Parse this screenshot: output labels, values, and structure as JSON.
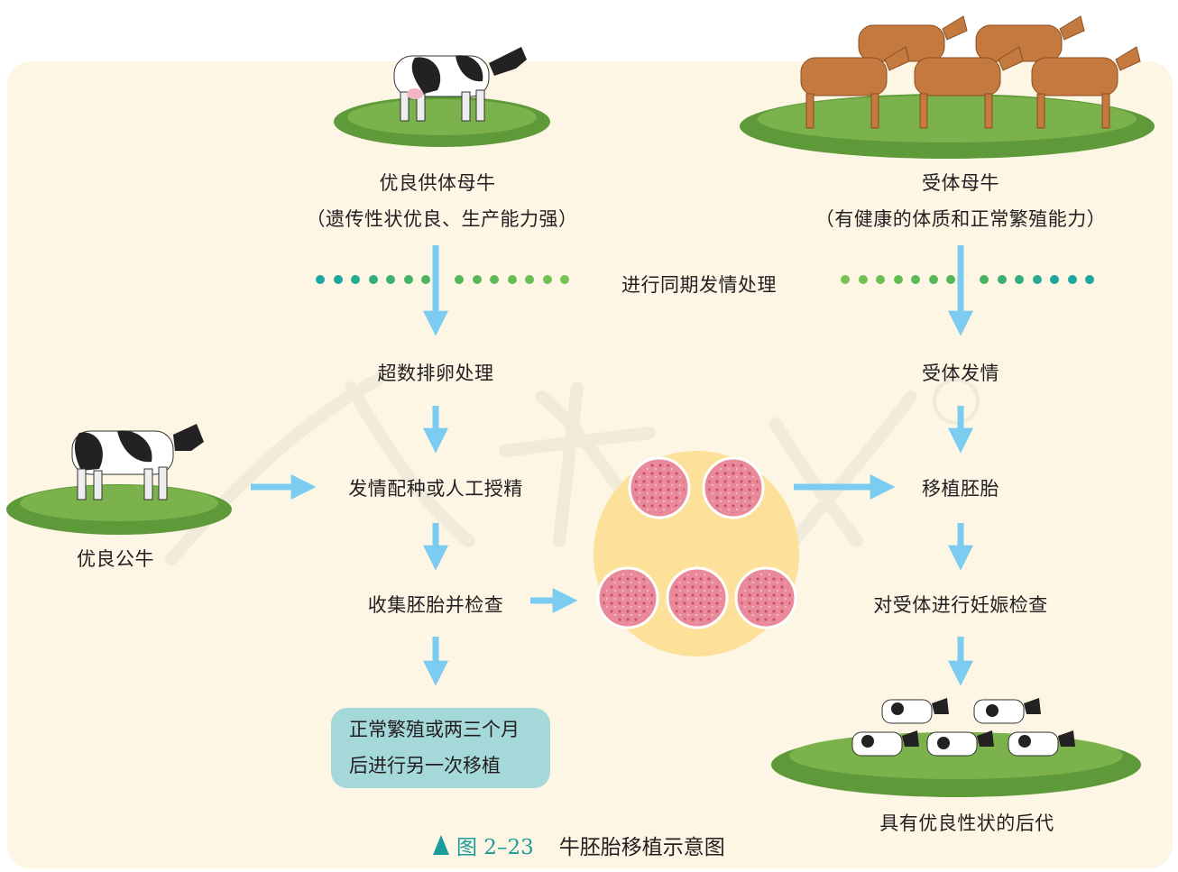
{
  "donor": {
    "title": "优良供体母牛",
    "subtitle": "（遗传性状优良、生产能力强）"
  },
  "recipient": {
    "title": "受体母牛",
    "subtitle": "（有健康的体质和正常繁殖能力）"
  },
  "sync_label": "进行同期发情处理",
  "bull_label": "优良公牛",
  "left_steps": {
    "superovulation": "超数排卵处理",
    "breeding": "发情配种或人工授精",
    "collect": "收集胚胎并检查"
  },
  "right_steps": {
    "estrus": "受体发情",
    "transfer": "移植胚胎",
    "pregnancy_check": "对受体进行妊娠检查",
    "offspring": "具有优良性状的后代"
  },
  "note": {
    "line1": "正常繁殖或两三个月",
    "line2": "后进行另一次移植"
  },
  "caption": {
    "number": "图 2–23",
    "title": "牛胚胎移植示意图"
  },
  "colors": {
    "arrow": "#7ccbf0",
    "embryo_bg": "#fde19b",
    "embryo": "#e98a9b",
    "note_bg": "#a5d8d9",
    "caption_accent": "#1a9d9a"
  }
}
